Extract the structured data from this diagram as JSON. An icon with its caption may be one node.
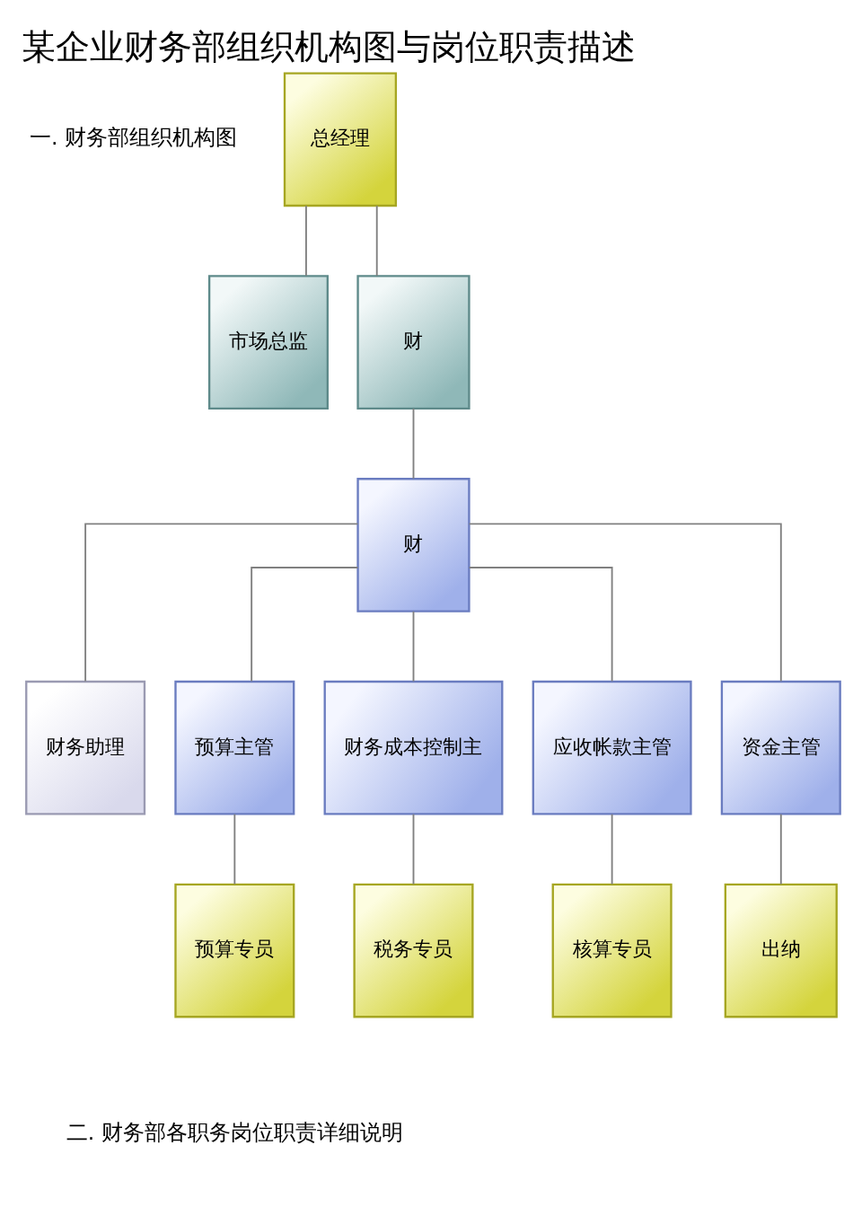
{
  "diagram": {
    "title": "某企业财务部组织机构图与岗位职责描述",
    "nodes": [
      {
        "text": [
          "总经理"
        ]
      },
      {
        "text": [
          "市场总监"
        ]
      },
      {
        "text": [
          "财"
        ]
      },
      {
        "text": [
          "财"
        ]
      },
      {
        "text": [
          "财务助理"
        ]
      },
      {
        "text": [
          "预算主管"
        ]
      },
      {
        "text": [
          "财务成本控制主"
        ]
      },
      {
        "text": [
          "应收帐款主管"
        ]
      },
      {
        "text": [
          "资金主管"
        ]
      },
      {
        "text": [
          "预算专员"
        ]
      },
      {
        "text": [
          "税务专员"
        ]
      },
      {
        "text": [
          "核算专员"
        ]
      },
      {
        "text": [
          "出纳"
        ]
      }
    ],
    "edges": [
      {
        "from": 0,
        "to": 1,
        "arrow": "none"
      },
      {
        "from": 0,
        "to": 2,
        "arrow": "none"
      },
      {
        "from": 2,
        "to": 3,
        "arrow": "none"
      },
      {
        "from": 3,
        "to": 4,
        "arrow": "none"
      },
      {
        "from": 3,
        "to": 5,
        "arrow": "none"
      },
      {
        "from": 3,
        "to": 6,
        "arrow": "none"
      },
      {
        "from": 3,
        "to": 7,
        "arrow": "none"
      },
      {
        "from": 3,
        "to": 8,
        "arrow": "none"
      },
      {
        "from": 5,
        "to": 9,
        "arrow": "none"
      },
      {
        "from": 6,
        "to": 10,
        "arrow": "none"
      },
      {
        "from": 7,
        "to": 11,
        "arrow": "none"
      },
      {
        "from": 8,
        "to": 12,
        "arrow": "none"
      }
    ],
    "labels": [
      "一. 财务部组织机构图",
      "二. 财务部各职务岗位职责详细说明"
    ]
  }
}
